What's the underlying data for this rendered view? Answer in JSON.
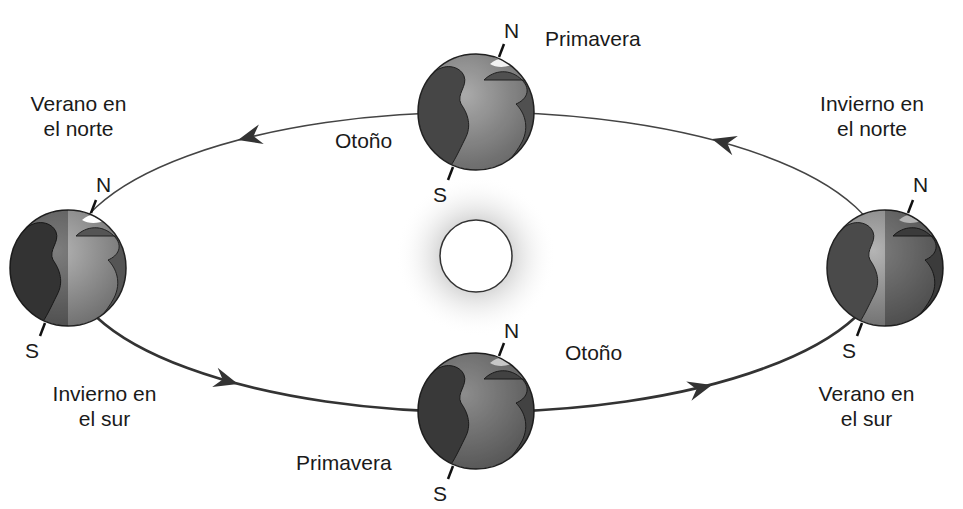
{
  "diagram": {
    "labels": [
      "Primavera",
      "Verano en el norte",
      "Invierno en el norte",
      "N",
      "Otoño",
      "S",
      "N",
      "N",
      "S",
      "N",
      "Otoño",
      "S",
      "Invierno en el sur",
      "Verano en el sur",
      "Primavera",
      "S"
    ]
  }
}
